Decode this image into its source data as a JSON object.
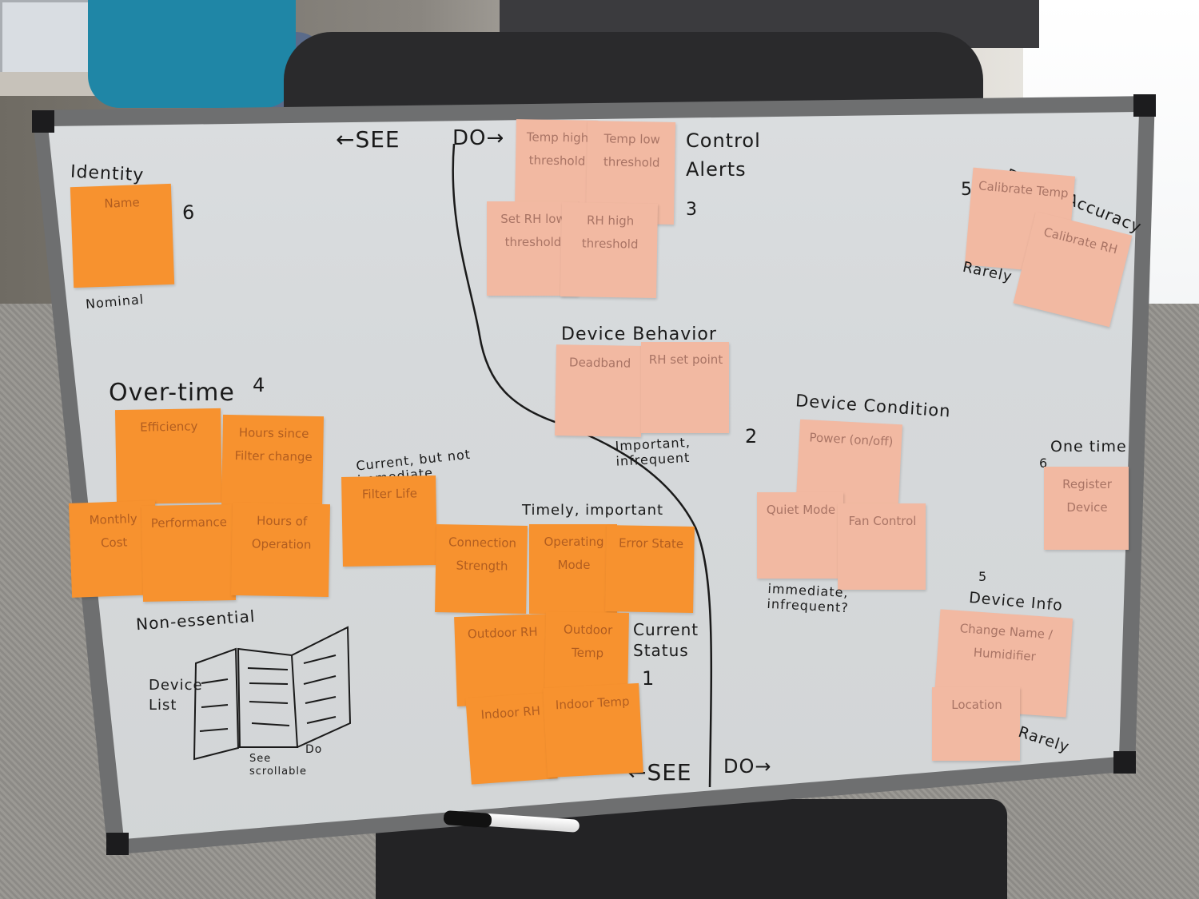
{
  "board": {
    "see_top": "←SEE",
    "do_top": "DO→",
    "see_bottom": "←SEE",
    "do_bottom": "DO→",
    "headings": {
      "identity": "Identity",
      "identity_num": "6",
      "nominal": "Nominal",
      "overtime": "Over-time",
      "overtime_num": "4",
      "current_not_immediate": "Current, but not immediate",
      "timely_important": "Timely, important",
      "current_status": "Current Status",
      "current_status_num": "1",
      "non_essential": "Non-essential",
      "device_list": "Device List",
      "see_scrollable": "See scrollable",
      "do_label": "Do",
      "control_alerts": "Control Alerts",
      "control_alerts_num": "3",
      "device_behavior": "Device Behavior",
      "important_infrequent": "Important, infrequent",
      "device_behavior_num": "2",
      "device_condition": "Device Condition",
      "immediate_infrequent": "immediate, infrequent?",
      "device_accuracy": "Device Accuracy",
      "accuracy_num": "5",
      "rarely_1": "Rarely",
      "one_time": "One time",
      "one_time_num": "6",
      "device_info": "Device Info",
      "device_info_num": "5",
      "rarely_2": "Rarely"
    },
    "notes": {
      "name": "Name",
      "efficiency": "Efficiency",
      "hours_since_filter": "Hours since Filter change",
      "monthly_cost": "Monthly Cost",
      "performance": "Performance",
      "hours_of_operation": "Hours of Operation",
      "filter_life": "Filter Life",
      "connection_strength": "Connection Strength",
      "operating_mode": "Operating Mode",
      "error_state": "Error State",
      "outdoor_rh": "Outdoor RH",
      "outdoor_temp": "Outdoor Temp",
      "indoor_rh": "Indoor RH",
      "indoor_temp": "Indoor Temp",
      "temp_high": "Temp high threshold",
      "temp_low": "Temp low threshold",
      "rh_low": "Set RH low threshold",
      "rh_high": "RH high threshold",
      "deadband": "Deadband",
      "rh_setpoint": "RH set point",
      "power": "Power (on/off)",
      "quiet_mode": "Quiet Mode",
      "fan_control": "Fan Control",
      "calibrate_temp": "Calibrate Temp",
      "calibrate_rh": "Calibrate RH",
      "register_device": "Register Device",
      "change_name": "Change Name / Humidifier",
      "location": "Location"
    }
  }
}
